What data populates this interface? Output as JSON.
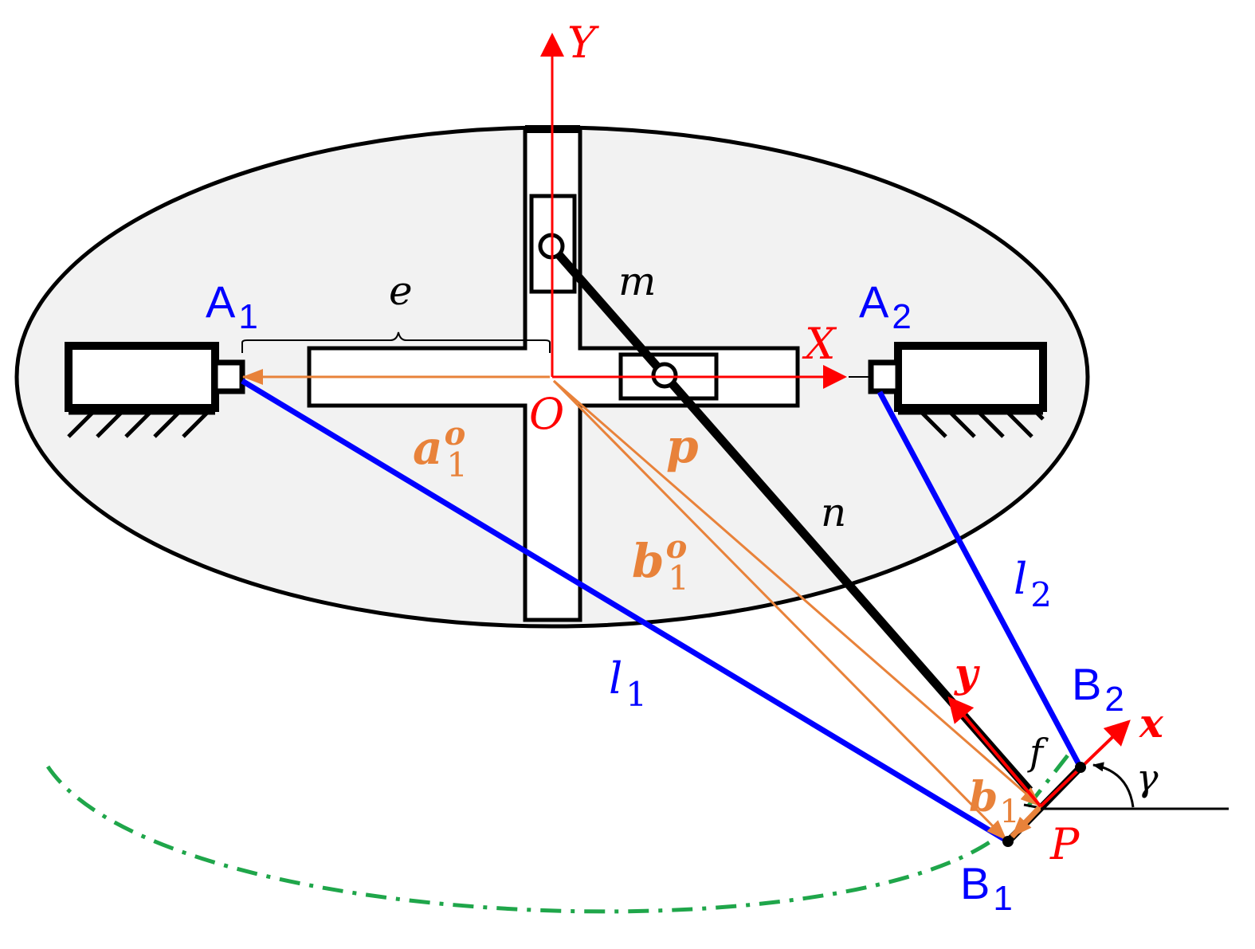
{
  "labels": {
    "A1": {
      "main": "A",
      "sub": "1"
    },
    "A2": {
      "main": "A",
      "sub": "2"
    },
    "B1": {
      "main": "B",
      "sub": "1"
    },
    "B2": {
      "main": "B",
      "sub": "2"
    },
    "l1": {
      "main": "l",
      "sub": "1"
    },
    "l2": {
      "main": "l",
      "sub": "2"
    },
    "e": "e",
    "m": "m",
    "n": "n",
    "f": "f",
    "gamma": "γ",
    "O": "O",
    "P": "P",
    "X": "X",
    "Y": "Y",
    "x": "x",
    "y": "y",
    "p": "p",
    "a1o": {
      "main": "a",
      "sub": "1",
      "sup": "o"
    },
    "b1o": {
      "main": "b",
      "sub": "1",
      "sup": "o"
    },
    "b1": {
      "main": "b",
      "sub": "1"
    }
  },
  "colors": {
    "frame_red": "#ff0000",
    "blue_links": "#0000ff",
    "vector_orange": "#e8823a",
    "black": "#000000",
    "ellipse_fill": "#f2f2f2",
    "trajectory_green": "#1fa64a"
  }
}
